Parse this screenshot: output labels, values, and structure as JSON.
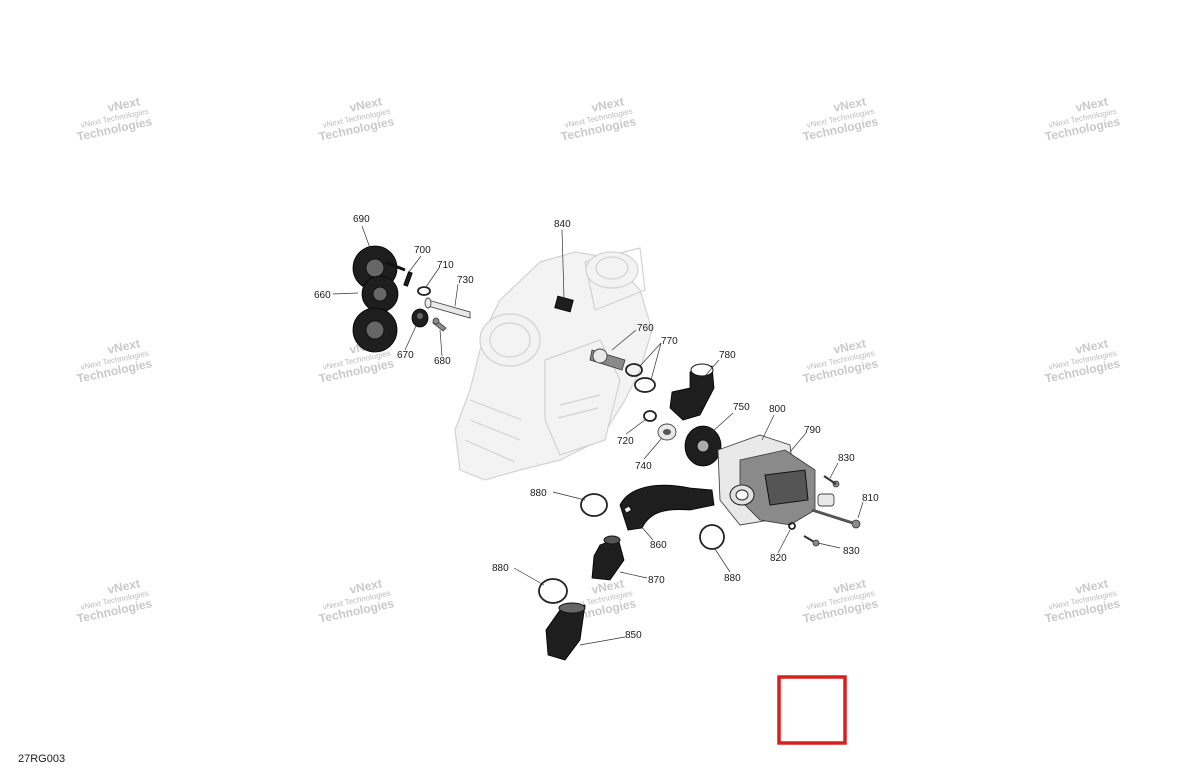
{
  "figure_code": "27RG003",
  "watermark": {
    "brand": "vNext",
    "company": "Technologies",
    "line": "vNext Technologies"
  },
  "callouts": {
    "c660": "660",
    "c670": "670",
    "c680": "680",
    "c690": "690",
    "c700": "700",
    "c710": "710",
    "c720": "720",
    "c730": "730",
    "c740": "740",
    "c750": "750",
    "c760": "760",
    "c770": "770",
    "c780": "780",
    "c790": "790",
    "c800": "800",
    "c810": "810",
    "c820": "820",
    "c830a": "830",
    "c830b": "830",
    "c840": "840",
    "c850": "850",
    "c860": "860",
    "c870": "870",
    "c880a": "880",
    "c880b": "880",
    "c880c": "880"
  },
  "colors": {
    "highlight": "#d81e1e"
  }
}
